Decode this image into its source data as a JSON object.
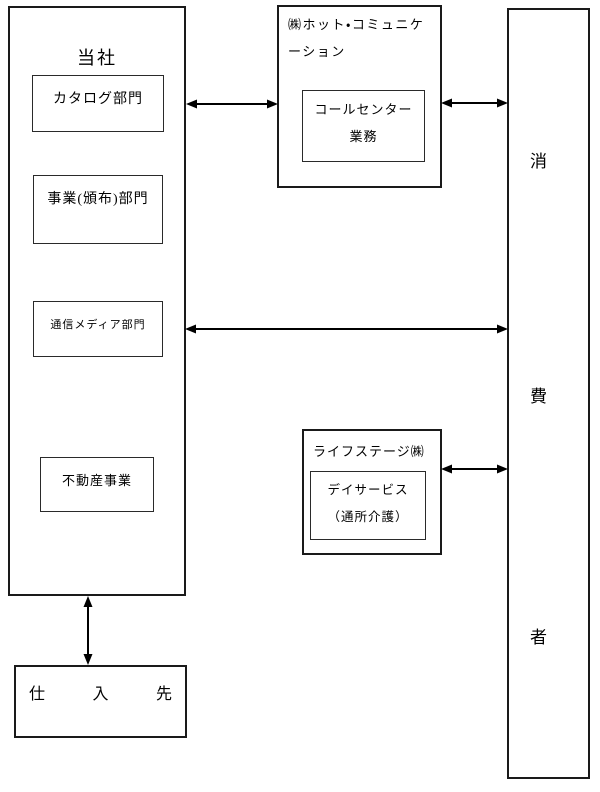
{
  "colors": {
    "background": "#ffffff",
    "line": "#000000"
  },
  "company": {
    "title": "当社",
    "departments": [
      {
        "label": "カタログ部門"
      },
      {
        "label": "事業(頒布)部門"
      },
      {
        "label": "通信メディア部門"
      },
      {
        "label": "不動産事業"
      }
    ]
  },
  "hot_communication": {
    "name_line1": "㈱ホット・コミュニケ",
    "name_line2": "ーション",
    "service_line1": "コールセンター",
    "service_line2": "業務"
  },
  "lifestage": {
    "name": "ライフステージ㈱",
    "service_line1": "デイサービス",
    "service_line2": "（通所介護）"
  },
  "supplier": {
    "char1": "仕",
    "char2": "入",
    "char3": "先"
  },
  "consumer": {
    "char1": "消",
    "char2": "費",
    "char3": "者"
  }
}
